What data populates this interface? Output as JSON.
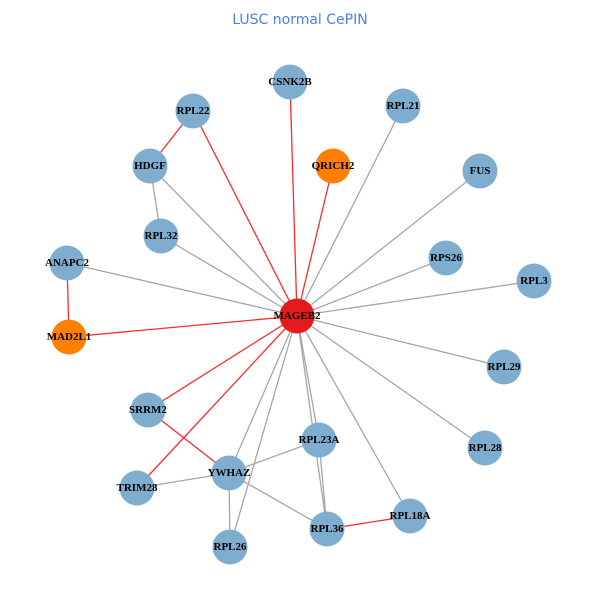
{
  "title": "LUSC normal CePIN",
  "colors": {
    "hub": "#e41a1c",
    "orange": "#ff7f00",
    "default": "#7eadd0",
    "red_edge": "#ff2a2a",
    "gray_edge": "#a6a6a6"
  },
  "nodes": [
    {
      "id": "MAGEB2",
      "type": "hub"
    },
    {
      "id": "CSNK2B",
      "type": "default"
    },
    {
      "id": "RPL22",
      "type": "default"
    },
    {
      "id": "RPL21",
      "type": "default"
    },
    {
      "id": "HDGF",
      "type": "default"
    },
    {
      "id": "QRICH2",
      "type": "orange"
    },
    {
      "id": "FUS",
      "type": "default"
    },
    {
      "id": "RPL32",
      "type": "default"
    },
    {
      "id": "ANAPC2",
      "type": "default"
    },
    {
      "id": "RPS26",
      "type": "default"
    },
    {
      "id": "RPL3",
      "type": "default"
    },
    {
      "id": "MAD2L1",
      "type": "orange"
    },
    {
      "id": "RPL29",
      "type": "default"
    },
    {
      "id": "SRRM2",
      "type": "default"
    },
    {
      "id": "RPL23A",
      "type": "default"
    },
    {
      "id": "RPL28",
      "type": "default"
    },
    {
      "id": "YWHAZ",
      "type": "default"
    },
    {
      "id": "TRIM28",
      "type": "default"
    },
    {
      "id": "RPL18A",
      "type": "default"
    },
    {
      "id": "RPL36",
      "type": "default"
    },
    {
      "id": "RPL26",
      "type": "default"
    }
  ],
  "edges": [
    {
      "s": "MAGEB2",
      "t": "CSNK2B",
      "c": "red"
    },
    {
      "s": "MAGEB2",
      "t": "RPL22",
      "c": "red"
    },
    {
      "s": "MAGEB2",
      "t": "QRICH2",
      "c": "red"
    },
    {
      "s": "MAGEB2",
      "t": "MAD2L1",
      "c": "red"
    },
    {
      "s": "MAGEB2",
      "t": "SRRM2",
      "c": "red"
    },
    {
      "s": "MAGEB2",
      "t": "TRIM28",
      "c": "red"
    },
    {
      "s": "MAGEB2",
      "t": "RPL21",
      "c": "gray"
    },
    {
      "s": "MAGEB2",
      "t": "FUS",
      "c": "gray"
    },
    {
      "s": "MAGEB2",
      "t": "RPS26",
      "c": "gray"
    },
    {
      "s": "MAGEB2",
      "t": "RPL3",
      "c": "gray"
    },
    {
      "s": "MAGEB2",
      "t": "RPL29",
      "c": "gray"
    },
    {
      "s": "MAGEB2",
      "t": "RPL28",
      "c": "gray"
    },
    {
      "s": "MAGEB2",
      "t": "RPL18A",
      "c": "gray"
    },
    {
      "s": "MAGEB2",
      "t": "RPL23A",
      "c": "gray"
    },
    {
      "s": "MAGEB2",
      "t": "RPL36",
      "c": "gray"
    },
    {
      "s": "MAGEB2",
      "t": "YWHAZ",
      "c": "gray"
    },
    {
      "s": "MAGEB2",
      "t": "RPL26",
      "c": "gray"
    },
    {
      "s": "MAGEB2",
      "t": "HDGF",
      "c": "gray"
    },
    {
      "s": "MAGEB2",
      "t": "RPL32",
      "c": "gray"
    },
    {
      "s": "MAGEB2",
      "t": "ANAPC2",
      "c": "gray"
    },
    {
      "s": "RPL22",
      "t": "HDGF",
      "c": "red"
    },
    {
      "s": "HDGF",
      "t": "RPL32",
      "c": "gray"
    },
    {
      "s": "ANAPC2",
      "t": "MAD2L1",
      "c": "red"
    },
    {
      "s": "SRRM2",
      "t": "YWHAZ",
      "c": "red"
    },
    {
      "s": "YWHAZ",
      "t": "RPL23A",
      "c": "gray"
    },
    {
      "s": "YWHAZ",
      "t": "TRIM28",
      "c": "gray"
    },
    {
      "s": "YWHAZ",
      "t": "RPL26",
      "c": "gray"
    },
    {
      "s": "YWHAZ",
      "t": "RPL36",
      "c": "gray"
    },
    {
      "s": "RPL23A",
      "t": "RPL36",
      "c": "gray"
    },
    {
      "s": "RPL36",
      "t": "RPL18A",
      "c": "red"
    }
  ]
}
